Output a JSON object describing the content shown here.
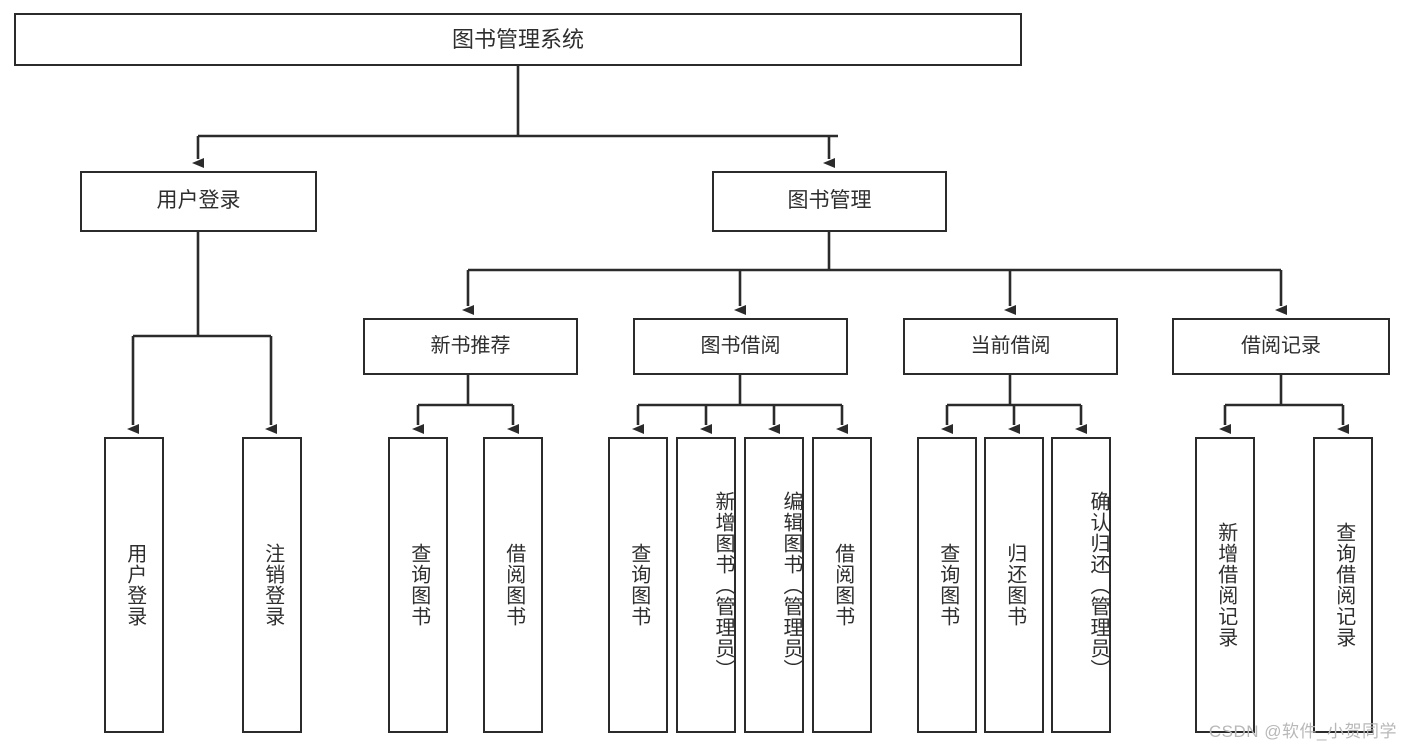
{
  "diagram": {
    "type": "tree-hierarchy",
    "title": "图书管理系统",
    "watermark": "CSDN @软件_小贺同学",
    "colors": {
      "stroke": "#2b2b2b",
      "box_fill": "#ffffff",
      "text": "#2e2e2e",
      "background": "#ffffff",
      "watermark": "#b8b8b8"
    }
  },
  "nodes": {
    "root": {
      "label": "图书管理系统"
    },
    "level2": [
      {
        "label": "用户登录"
      },
      {
        "label": "图书管理"
      }
    ],
    "level3": [
      {
        "label": "新书推荐"
      },
      {
        "label": "图书借阅"
      },
      {
        "label": "当前借阅"
      },
      {
        "label": "借阅记录"
      }
    ],
    "leaves": {
      "user_login": [
        {
          "label": "用户登录"
        },
        {
          "label": "注销登录"
        }
      ],
      "new_book_recommend": [
        {
          "label": "查询图书"
        },
        {
          "label": "借阅图书"
        }
      ],
      "book_borrow": [
        {
          "label": "查询图书"
        },
        {
          "label": "新增图书（管理员）"
        },
        {
          "label": "编辑图书（管理员）"
        },
        {
          "label": "借阅图书"
        }
      ],
      "current_borrow": [
        {
          "label": "查询图书"
        },
        {
          "label": "归还图书"
        },
        {
          "label": "确认归还（管理员）"
        }
      ],
      "borrow_record": [
        {
          "label": "新增借阅记录"
        },
        {
          "label": "查询借阅记录"
        }
      ]
    }
  }
}
